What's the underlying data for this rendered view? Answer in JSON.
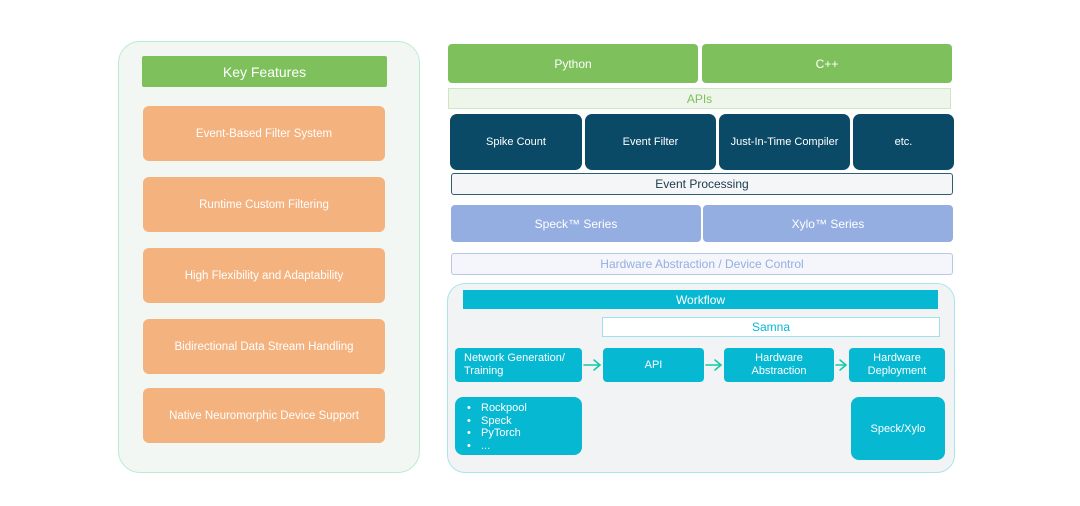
{
  "key_features": {
    "title": "Key Features",
    "items": [
      "Event-Based Filter System",
      "Runtime Custom Filtering",
      "High Flexibility and Adaptability",
      "Bidirectional Data Stream Handling",
      "Native Neuromorphic Device Support"
    ]
  },
  "languages": [
    "Python",
    "C++"
  ],
  "apis_label": "APIs",
  "modules": [
    "Spike Count",
    "Event Filter",
    "Just-In-Time Compiler",
    "etc."
  ],
  "event_processing_label": "Event Processing",
  "series": [
    "Speck™ Series",
    "Xylo™ Series"
  ],
  "hardware_abstraction_label": "Hardware Abstraction / Device Control",
  "workflow": {
    "title": "Workflow",
    "samna_label": "Samna",
    "steps": {
      "network": [
        "Network Generation/",
        "Training"
      ],
      "api": "API",
      "hw_abstraction": [
        "Hardware",
        "Abstraction"
      ],
      "hw_deployment": [
        "Hardware",
        "Deployment"
      ]
    },
    "tools": [
      "Rockpool",
      "Speck",
      "PyTorch",
      "..."
    ],
    "device": "Speck/Xylo"
  },
  "colors": {
    "green": "#7ec15c",
    "orange": "#f4b27e",
    "dark_teal": "#0b4a66",
    "periwinkle": "#95aee1",
    "cyan": "#07b8d3"
  }
}
